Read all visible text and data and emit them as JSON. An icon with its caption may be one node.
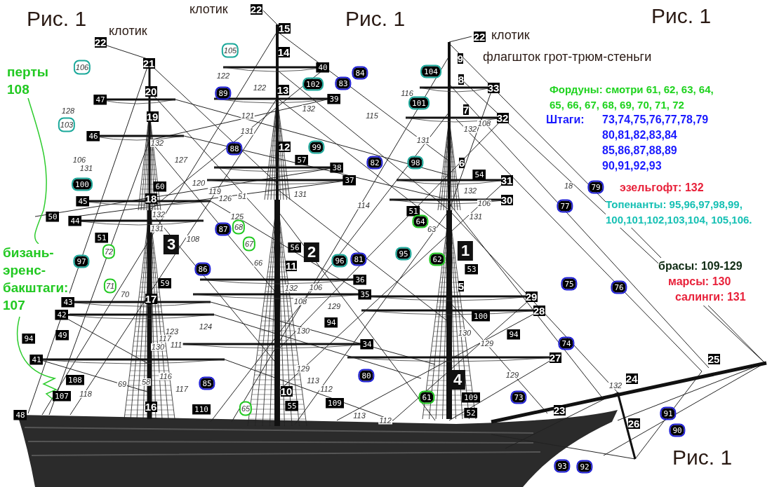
{
  "diagram": {
    "labels": [
      "Рис. 1",
      "клотик",
      "22",
      "Рис. 1",
      "Рис. 1",
      "клотик",
      "22",
      "22",
      "клотик",
      "15",
      "21",
      "9",
      "флагшток грот-трюм-стеньги",
      "105",
      "14",
      "106",
      "40",
      "104",
      "84",
      "122",
      "8",
      "83",
      "102",
      "33",
      "122",
      "Фордуны: смотри 61, 62, 63, 64, 65, 66, 67, 68, 69, 70, 71, 72",
      "47",
      "20",
      "13",
      "89",
      "39",
      "116",
      "101",
      "7",
      "132",
      "128",
      "121",
      "115",
      "32",
      "Штаги:",
      "73,74,75,76,77,78,79 80,81,82,83,84 85,86,87,88,89 90,91,92,93",
      "19",
      "103",
      "132",
      "132",
      "108",
      "131",
      "46",
      "131",
      "106",
      "131",
      "127",
      "88",
      "12",
      "99",
      "57",
      "82",
      "98",
      "6",
      "38",
      "54",
      "37",
      "31",
      "18",
      "79",
      "эзельгофт: 132",
      "100",
      "60",
      "120",
      "119",
      "126",
      "51",
      "131",
      "132",
      "30",
      "106",
      "114",
      "77",
      "Топенанты: 95,96,97,98,99, 100,101,102,103,104, 105,106.",
      "перты 108",
      "18",
      "45",
      "51",
      "50",
      "44",
      "132",
      "131",
      "64",
      "125",
      "87",
      "68",
      "63",
      "131",
      "51",
      "108",
      "3",
      "67",
      "56",
      "2",
      "1",
      "72",
      "95",
      "62",
      "96",
      "81",
      "97",
      "66",
      "11",
      "брасы: 109-129",
      "86",
      "53",
      "марсы: 130",
      "36",
      "59",
      "75",
      "5",
      "71",
      "76",
      "салинги: 131",
      "70",
      "132",
      "106",
      "35",
      "29",
      "17",
      "бизань-эренс-бакштаги: 107",
      "43",
      "108",
      "129",
      "28",
      "42",
      "100",
      "94",
      "124",
      "123",
      "130",
      "130",
      "94",
      "49",
      "94",
      "117",
      "74",
      "129",
      "34",
      "130",
      "111",
      "27",
      "41",
      "25",
      "129",
      "129",
      "80",
      "116",
      "24",
      "108",
      "4",
      "113",
      "58",
      "85",
      "69",
      "132",
      "117",
      "112",
      "10",
      "118",
      "107",
      "61",
      "109",
      "73",
      "109",
      "55",
      "16",
      "65",
      "110",
      "23",
      "52",
      "91",
      "48",
      "113",
      "112",
      "26",
      "90",
      "Рис. 1",
      "93",
      "92"
    ]
  }
}
